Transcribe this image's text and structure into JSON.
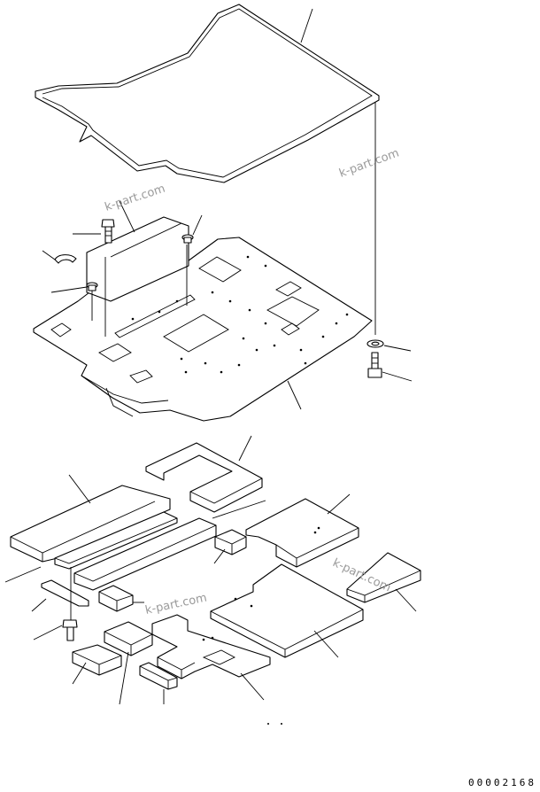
{
  "watermarks": [
    "k-part.com",
    "k-part.com",
    "k-part.com",
    "k-part.com"
  ],
  "drawing_code": "00002168"
}
